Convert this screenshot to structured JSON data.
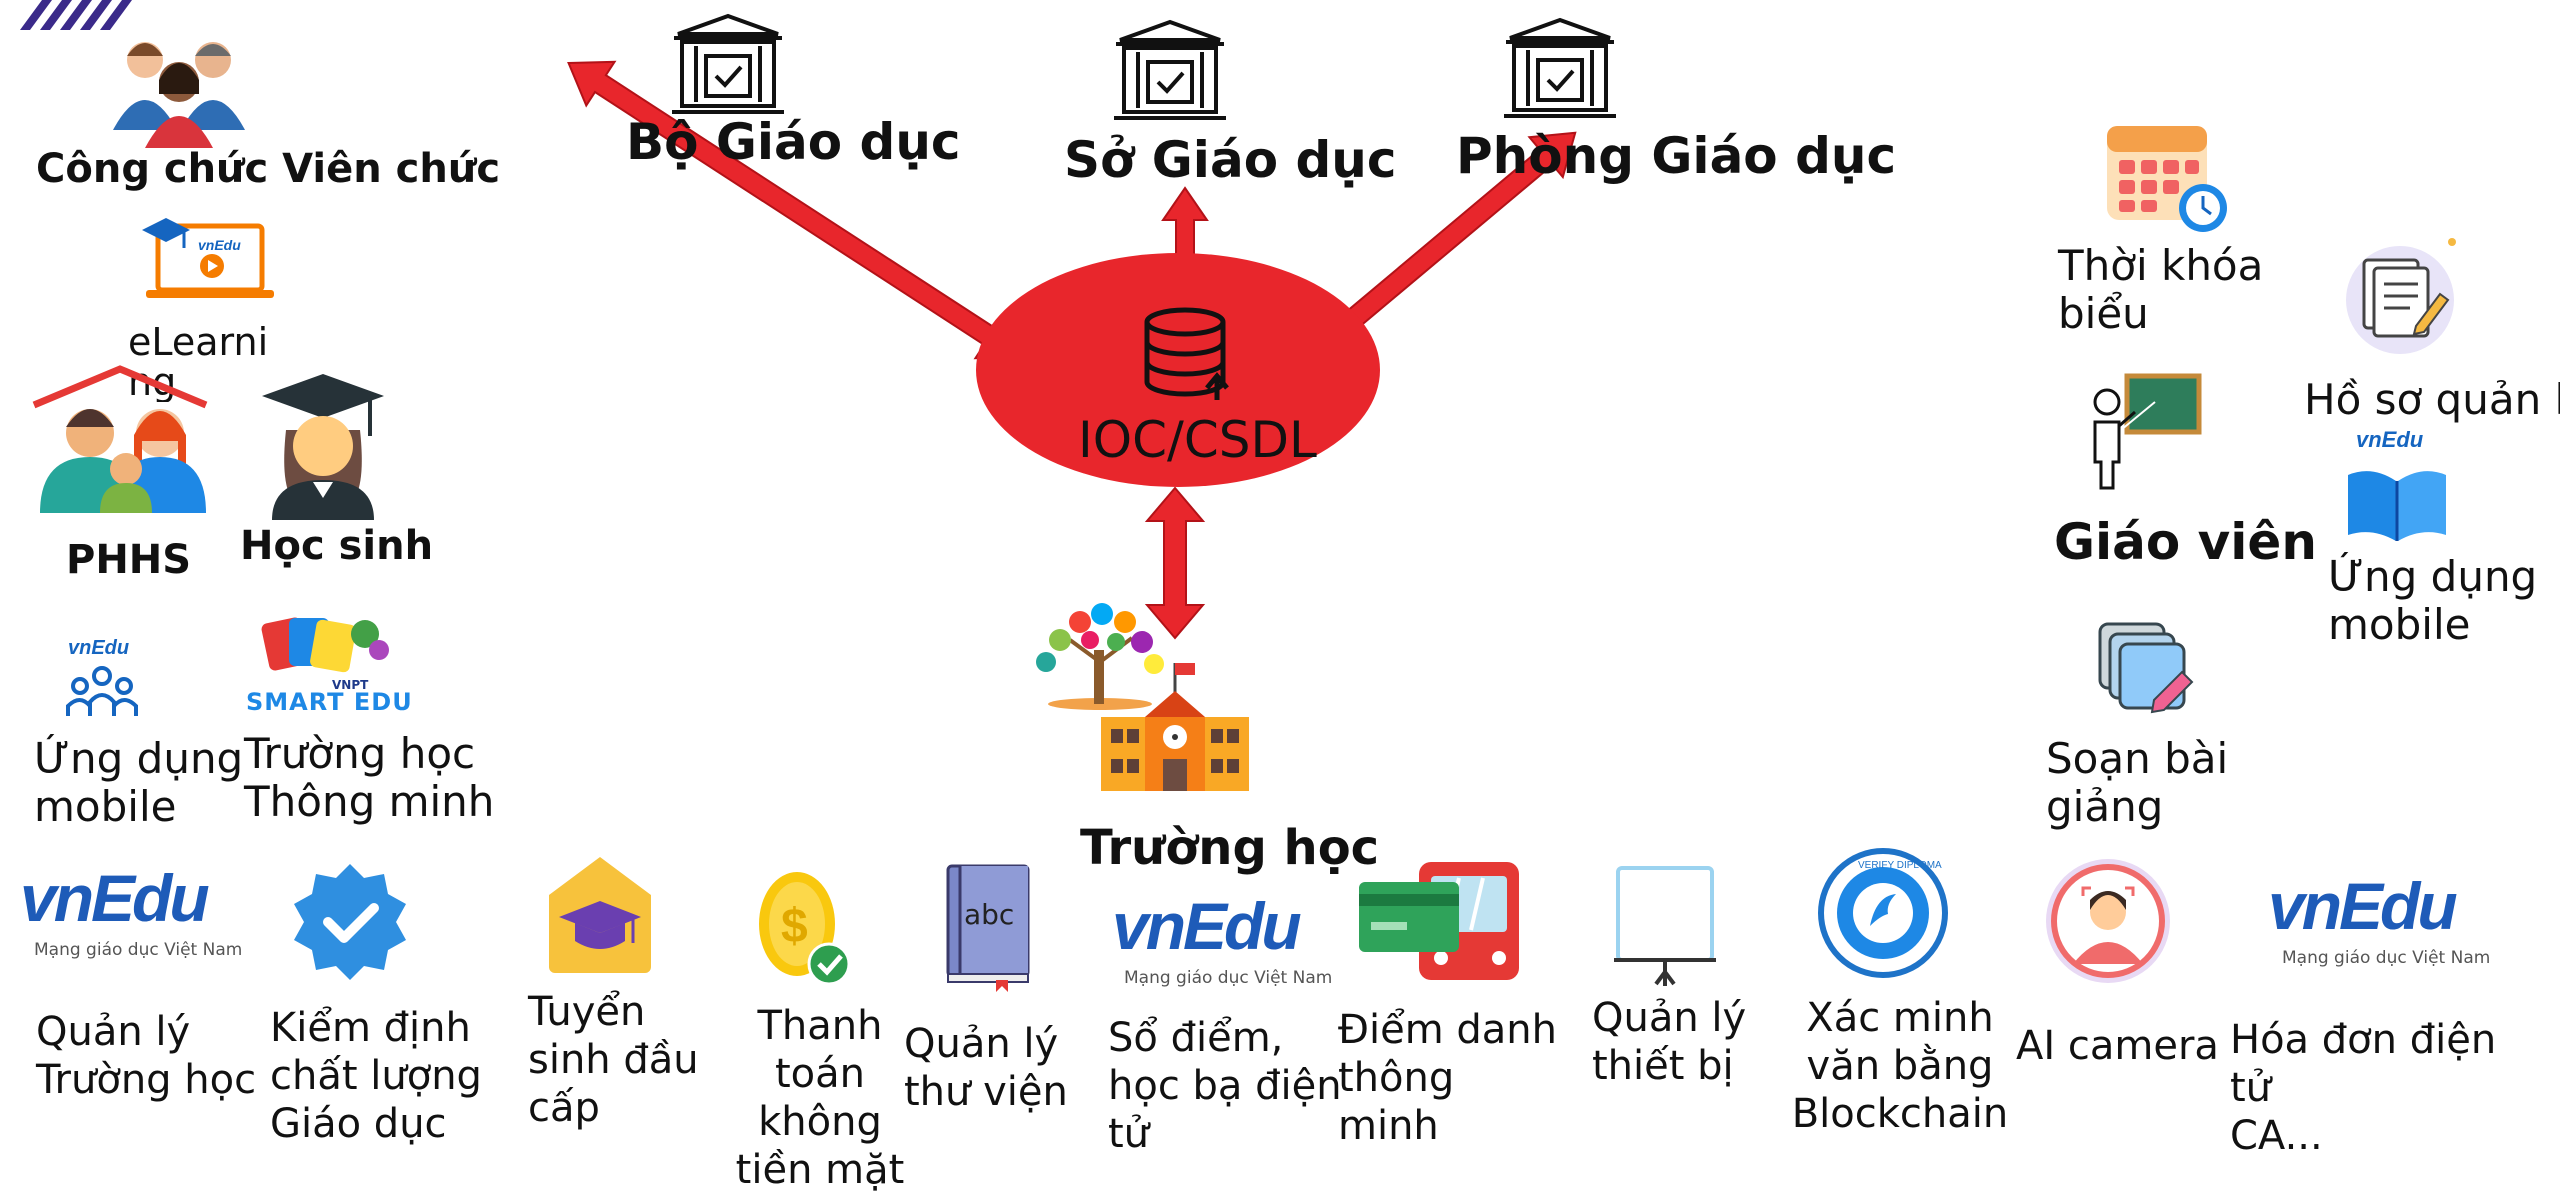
{
  "agencies": {
    "ministry": "Bộ Giáo dục",
    "department": "Sở Giáo dục",
    "office": "Phòng Giáo dục"
  },
  "center": {
    "label": "IOC/CSDL"
  },
  "school": {
    "label": "Trường học"
  },
  "left": {
    "civil_servants": "Công chức Viên chức",
    "elearning": "eLearning",
    "parents": "PHHS",
    "students": "Học sinh",
    "mobile_app_line1": "Ứng dụng",
    "mobile_app_line2": "mobile",
    "smart_school_line1": "Trường học",
    "smart_school_line2": "Thông minh",
    "smart_edu_logo": "SMART EDU",
    "vnpt_logo": "VNPT"
  },
  "right": {
    "timetable_line1": "Thời khóa",
    "timetable_line2": "biểu",
    "records": "Hồ sơ quản lý",
    "teacher": "Giáo viên",
    "mobile_line1": "Ứng dụng",
    "mobile_line2": "mobile",
    "lesson_line1": "Soạn bài",
    "lesson_line2": "giảng"
  },
  "vnedu": {
    "brand": "vnEdu",
    "tagline": "Mạng giáo dục Việt Nam"
  },
  "services": [
    {
      "lines": [
        "Quản lý",
        "Trường học"
      ]
    },
    {
      "lines": [
        "Kiểm định",
        "chất lượng",
        "Giáo dục"
      ]
    },
    {
      "lines": [
        "Tuyển",
        "sinh đầu",
        "cấp"
      ]
    },
    {
      "lines": [
        "Thanh",
        "toán",
        "không",
        "tiền mặt"
      ]
    },
    {
      "lines": [
        "Quản lý",
        "thư viện"
      ]
    },
    {
      "lines": [
        "Sổ điểm,",
        "học bạ điện",
        "tử"
      ]
    },
    {
      "lines": [
        "Điểm danh",
        "thông",
        "minh"
      ]
    },
    {
      "lines": [
        "Quản lý",
        "thiết bị"
      ]
    },
    {
      "lines": [
        "Xác minh",
        "văn bằng",
        "Blockchain"
      ]
    },
    {
      "lines": [
        "AI camera"
      ]
    },
    {
      "lines": [
        "Hóa đơn điện",
        "tử",
        "CA..."
      ]
    }
  ],
  "library_icon_text": "abc",
  "colors": {
    "arrow": "#e8262c",
    "center": "#e8262c",
    "accent": "#2a2a7a"
  }
}
